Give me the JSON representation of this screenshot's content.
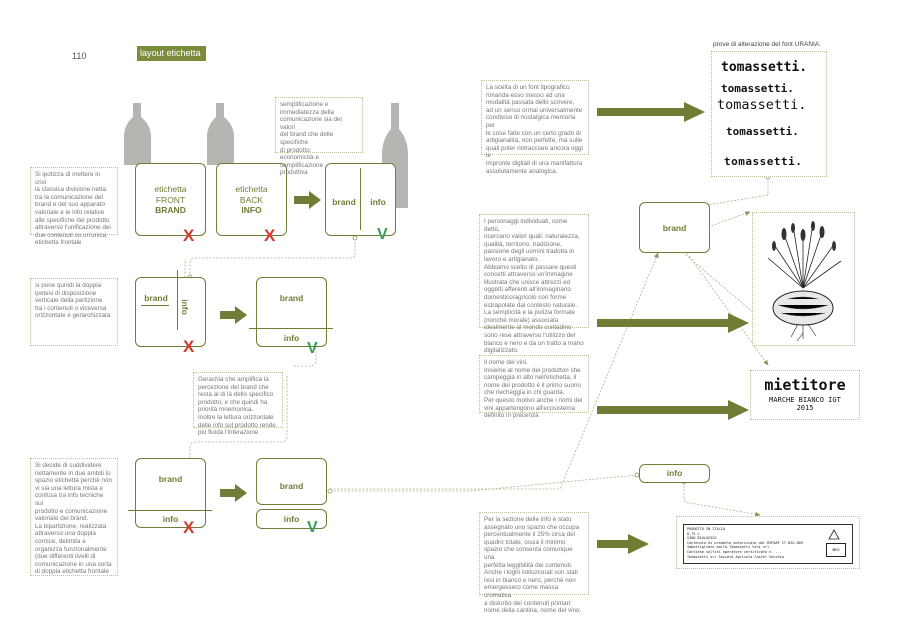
{
  "page_number": "110",
  "title": "layout etichetta",
  "font_caption": "prove di alterazione del font  URANIA:",
  "notes": {
    "n1": "Si ipotizza di mettere in crisi\nla classica  divisione netta\ntra la comunicazione del\nbrand e del suo apparato\nvaloriale e le info relative\nalle specifiche del prodotto\nattraverso l'unificazione dei\ndue contenuti su un'unica\netichetta frontale",
    "n2": "semplificazione e\nimmediatezza della\ncomunicazione sia dei valori\ndel brand che delle specifiche\ndi prodotto:\neconomicità e semplificazione\nproduttiva",
    "n3": "si pone quindi la doppia\nipotesi di disposizione\nverticale della partizione\ntra i contenuti o viceversa\norizzontale e gerarchizzata",
    "n4": "Gerachia che amplifica la\npercezione del brand che\nresta al di là dello specifico\nprodotto, e che quindi ha\npriorità mnemonica.\nInoltre la lettura orizzontale\ndelle info sul prodotto rende\npiù fluida l'interazione",
    "n5": "Si decide di suddividere\nnettamente in due ambiti lo\nspazio etichetta perchè non\nvi sia una lettura mista e\nconfusa tra info tecniche sul\nprodotto e comunicazione\nvaloriale del brand.\nLa bipartizione, realizzata\nattraverso una doppia\ncornice, delimita e\norganizza funzionalmente\n(due differenti livelli di\ncomunicazione in una sorta\ndi doppia etichetta frontale",
    "r1": "La scelta di un font tipografico\nrimanda esso stesso ad una\nmodalità passata dello scrivere,\nad un senso ormai universalmente\ncondiviso di nostalgica memoria per\nle cose fatte con un certo grado di\nartigianalità, non perfette, ma sulle\nquali poter rintracciare ancora oggi le\nimpronte digitali di una manifattura\nassolutamente analogica.",
    "r2": "I personaggi individuati, come detto,\nricercano valori quali: naturalezza,\nqualità, territorio, tradizione,\npassione degli uomini tradotta in\nlavoro e artigianato.\nAbbiamo scelto di passare questi\nconcetti attraverso un'immagine\nillustrata che unisce attrezzi ed\noggetti afferenti all'immaginario\ndomestico/agricolo con forme\nestrapolate dal contesto naturale.\nLa semplicità e la pulizia formale\n(nonché morale) associata\nidealmente al mondo contadino\nsono rese attraverso l'utilizzo del\nbianco e nero e da un tratto a mano\ndigitalizzato.",
    "r3": "Il nome dei vini.\nInsieme al nome dei produttori che\ncampeggia in alto nell'etichetta, il\nnome del prodotto è il primo suono\nche riecheggia in chi guarda.\nPer questo motivo anche i nomi dei\nvini appartengono all'ecosistema\ndefinito in precenza",
    "r4": "Per la sezione delle info è stato\nassegnato uno spazio che occupa\npercentualmente il 25% circa del\nquadro totale, ossia il minimo\nspazio che consenta comunque una\nperfetta leggibilità dei contenuti.\nAnche i loghi istituzionali son stati\nresi in bianco e nero, perchè non\nemergessero come massa cromatica\na disturbo dei contenuti primari:\nnome della cantina, nome del vino."
  },
  "labels": {
    "front": [
      "etichetta",
      "FRONT",
      "BRAND"
    ],
    "back": [
      "etichetta",
      "BACK",
      "INFO"
    ],
    "brand": "brand",
    "info": "info"
  },
  "marks": {
    "x": "X",
    "v": "V"
  },
  "font_samples": [
    "tomassetti.",
    "tomassetti.",
    "tomassetti.",
    "tomassetti.",
    "tomassetti."
  ],
  "wine_label": {
    "name": "mietitore",
    "line": "MARCHE BIANCO IGT",
    "year": "2015"
  },
  "info_label": {
    "lines": [
      "PRODOTTO IN ITALIA",
      "0,75 L",
      "VINO BIOLOGICO",
      "Contenuto di prodotto autorizzato dal MIPAAF IT-BIO-009",
      "Imbottigliato dalla Tomassetti Vini srl",
      "Contiene solfiti  operatore certificato n. ...",
      "Tomassetti srl  Società Agricola Castel Vecchio"
    ],
    "logo_text": "BIO"
  },
  "colors": {
    "olive": "#6f7d36",
    "tag": "#7b8c3d",
    "red": "#d33a2c",
    "green": "#3aa05a",
    "bottle": "#b5b5b2"
  }
}
